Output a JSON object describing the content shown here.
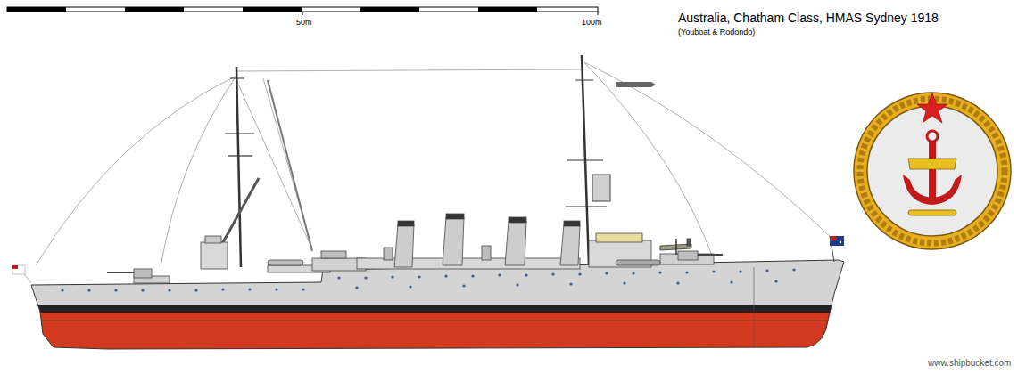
{
  "diagram": {
    "title": "Australia, Chatham Class, HMAS Sydney 1918",
    "labels": [
      "(Youboat & Rodondo)",
      "50m",
      "100m",
      "www.shipbucket.com"
    ]
  }
}
